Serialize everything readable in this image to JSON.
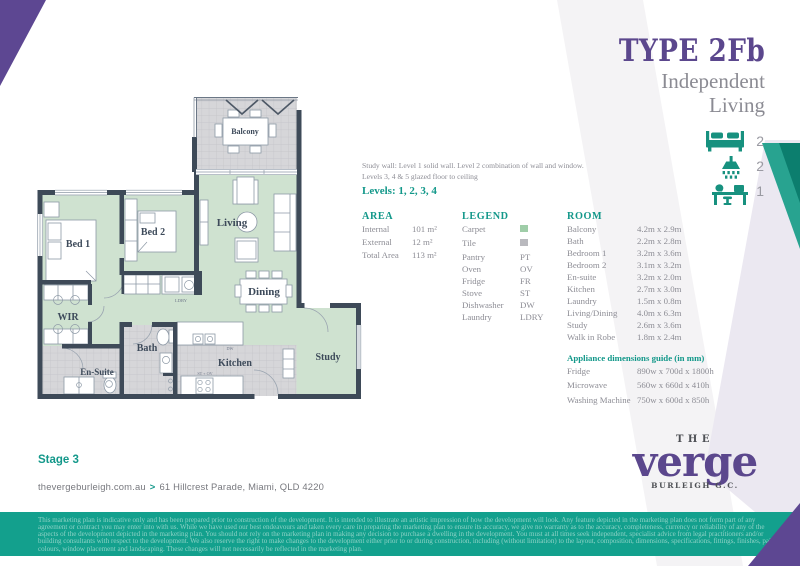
{
  "header": {
    "type_label": "TYPE 2Fb",
    "subtitle_line1": "Independent",
    "subtitle_line2": "Living"
  },
  "stats": [
    {
      "icon": "bed-icon",
      "count": "2"
    },
    {
      "icon": "shower-icon",
      "count": "2"
    },
    {
      "icon": "desk-icon",
      "count": "1"
    }
  ],
  "study_note": {
    "line1": "Study wall: Level 1 solid wall. Level 2 combination of wall and window.",
    "line2": "Levels 3, 4 & 5 glazed floor to ceiling"
  },
  "levels_label": "Levels: 1, 2, 3, 4",
  "area": {
    "title": "AREA",
    "rows": [
      {
        "label": "Internal",
        "value": "101 m²"
      },
      {
        "label": "External",
        "value": "12 m²"
      },
      {
        "label": "Total Area",
        "value": "113 m²"
      }
    ]
  },
  "legend": {
    "title": "LEGEND",
    "swatch_rows": [
      {
        "label": "Carpet",
        "color": "#cfe2d0"
      },
      {
        "label": "Tile",
        "color": "#c9c9cd"
      }
    ],
    "abbr_rows": [
      {
        "label": "Pantry",
        "abbr": "PT"
      },
      {
        "label": "Oven",
        "abbr": "OV"
      },
      {
        "label": "Fridge",
        "abbr": "FR"
      },
      {
        "label": "Stove",
        "abbr": "ST"
      },
      {
        "label": "Dishwasher",
        "abbr": "DW"
      },
      {
        "label": "Laundry",
        "abbr": "LDRY"
      }
    ]
  },
  "rooms": {
    "title": "ROOM",
    "rows": [
      {
        "name": "Balcony",
        "dims": "4.2m x 2.9m"
      },
      {
        "name": "Bath",
        "dims": "2.2m x 2.8m"
      },
      {
        "name": "Bedroom 1",
        "dims": "3.2m x 3.6m"
      },
      {
        "name": "Bedroom 2",
        "dims": "3.1m x 3.2m"
      },
      {
        "name": "En-suite",
        "dims": "3.2m x 2.0m"
      },
      {
        "name": "Kitchen",
        "dims": "2.7m x 3.0m"
      },
      {
        "name": "Laundry",
        "dims": "1.5m x 0.8m"
      },
      {
        "name": "Living/Dining",
        "dims": "4.0m x 6.3m"
      },
      {
        "name": "Study",
        "dims": "2.6m x 3.6m"
      },
      {
        "name": "Walk in Robe",
        "dims": "1.8m x 2.4m"
      }
    ]
  },
  "appliances": {
    "title": "Appliance dimensions guide (in mm)",
    "rows": [
      {
        "label": "Fridge",
        "value": "890w x 700d x 1800h"
      },
      {
        "label": "Microwave",
        "value": "560w x 660d x 410h"
      },
      {
        "label": "Washing Machine",
        "value": "750w x 600d x 850h"
      }
    ]
  },
  "plan_labels": {
    "balcony": "Balcony",
    "living": "Living",
    "dining": "Dining",
    "bed1": "Bed 1",
    "bed2": "Bed 2",
    "wir": "WIR",
    "bath": "Bath",
    "ensuite": "En-Suite",
    "kitchen": "Kitchen",
    "study": "Study",
    "ldry": "LDRY",
    "dw": "DW",
    "st_ov": "ST + OV"
  },
  "footer": {
    "stage": "Stage 3",
    "website": "thevergeburleigh.com.au",
    "separator": ">",
    "address": "61 Hillcrest Parade, Miami, QLD 4220"
  },
  "logo": {
    "the": "THE",
    "name": "verge",
    "location": "BURLEIGH G.C."
  },
  "disclaimer_lines": [
    "This marketing plan is indicative only and has been prepared prior to construction of the development. It is intended to illustrate an artistic impression of how the development will look. Any feature depicted in the marketing plan does not form part of any",
    "agreement or contract you may enter into with us. While we have used our best endeavours and taken every care in preparing the marketing plan to ensure its accuracy, we give no warranty as to the accuracy, completeness, currency or reliability of any of the",
    "aspects of the development depicted in the marketing plan. You should not rely on the marketing plan in making any decision to purchase a dwelling in the development. You must at all times seek independent, specialist advice from legal practitioners and/or",
    "building consultants with respect to the development. We also reserve the right to make changes to the development either prior to or during construction, including (without limitation) to the layout, composition, dimensions, specifications, fittings, finishes, paint",
    "colours, window placement and landscaping. These changes will not necessarily be reflected in the marketing plan."
  ],
  "colors": {
    "accent_teal": "#13988a",
    "brand_purple": "#5b478d",
    "carpet_green": "#cfe2d0",
    "tile_grey": "#d4d4d7",
    "wall_slate": "#3e4a58",
    "disclaimer_bg": "#13a08d"
  }
}
